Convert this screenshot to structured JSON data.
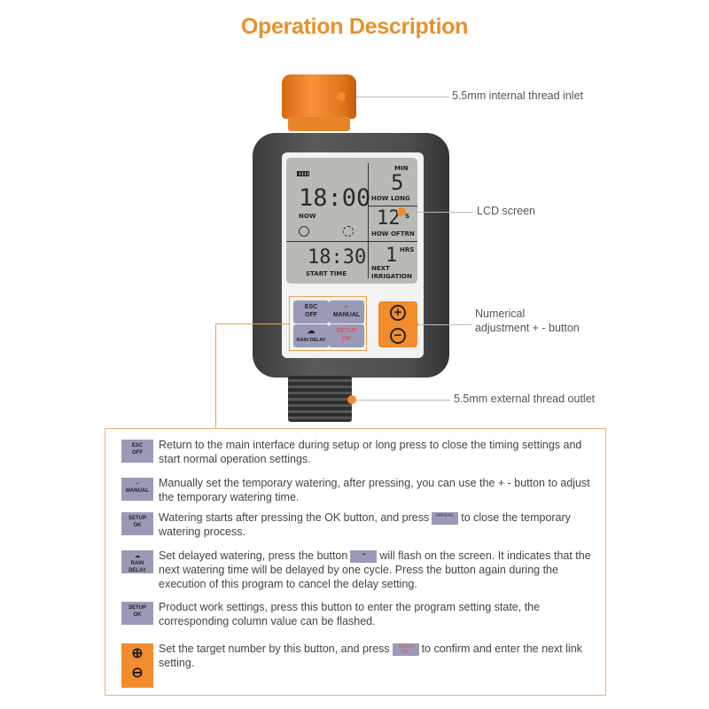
{
  "title": "Operation Description",
  "device": {
    "lcd": {
      "now_time": "18:00",
      "now_label": "NOW",
      "min_label": "MIN",
      "how_long_value": "5",
      "how_long_label": "HOW LONG",
      "how_often_value": "12",
      "how_often_unit": "S",
      "how_often_label": "HOW OFTRN",
      "start_time": "18:30",
      "start_time_label": "START TIME",
      "next_value": "1",
      "hrs_label": "HRS",
      "next_label": "NEXT",
      "irrigation_label": "IRRIGATION"
    },
    "buttons": {
      "esc": "ESC",
      "off": "OFF",
      "manual": "MANUAL",
      "rain_delay": "RAIN DELAY",
      "setup": "SETUP",
      "ok": "OK",
      "plus": "+",
      "minus": "−"
    }
  },
  "callouts": {
    "inlet": "5.5mm internal thread inlet",
    "lcd": "LCD screen",
    "numerical_1": "Numerical",
    "numerical_2": "adjustment + - button",
    "outlet": "5.5mm external thread outlet"
  },
  "descriptions": [
    {
      "icon": "esc-off-button-icon",
      "text": "Return to the main interface during setup or long press to close the timing settings and start normal operation settings."
    },
    {
      "icon": "manual-button-icon",
      "text": "Manually set the temporary watering, after pressing, you can use the + - button to adjust the temporary watering time."
    },
    {
      "icon": "setup-ok-button-icon",
      "text_before": "Watering starts after pressing the OK button, and press",
      "text_after": "to close the temporary watering process."
    },
    {
      "icon": "rain-delay-button-icon",
      "text_before": "Set delayed watering, press the button",
      "text_after": "will flash on the screen. It indicates that the next watering time will be delayed by one cycle. Press the button again during the execution of this program to cancel the delay setting."
    },
    {
      "icon": "setup-ok-button-icon",
      "text": "Product work settings, press this button to enter the program setting state, the corresponding column value can be flashed."
    },
    {
      "icon": "plus-minus-button-icon",
      "text_before": "Set the target number by this button, and press",
      "text_after": "to confirm and enter the next link setting."
    }
  ],
  "colors": {
    "accent": "#e8902a",
    "button": "#9a9ab8",
    "body": "#4a4a4a",
    "lcd": "#b9b9b6"
  }
}
